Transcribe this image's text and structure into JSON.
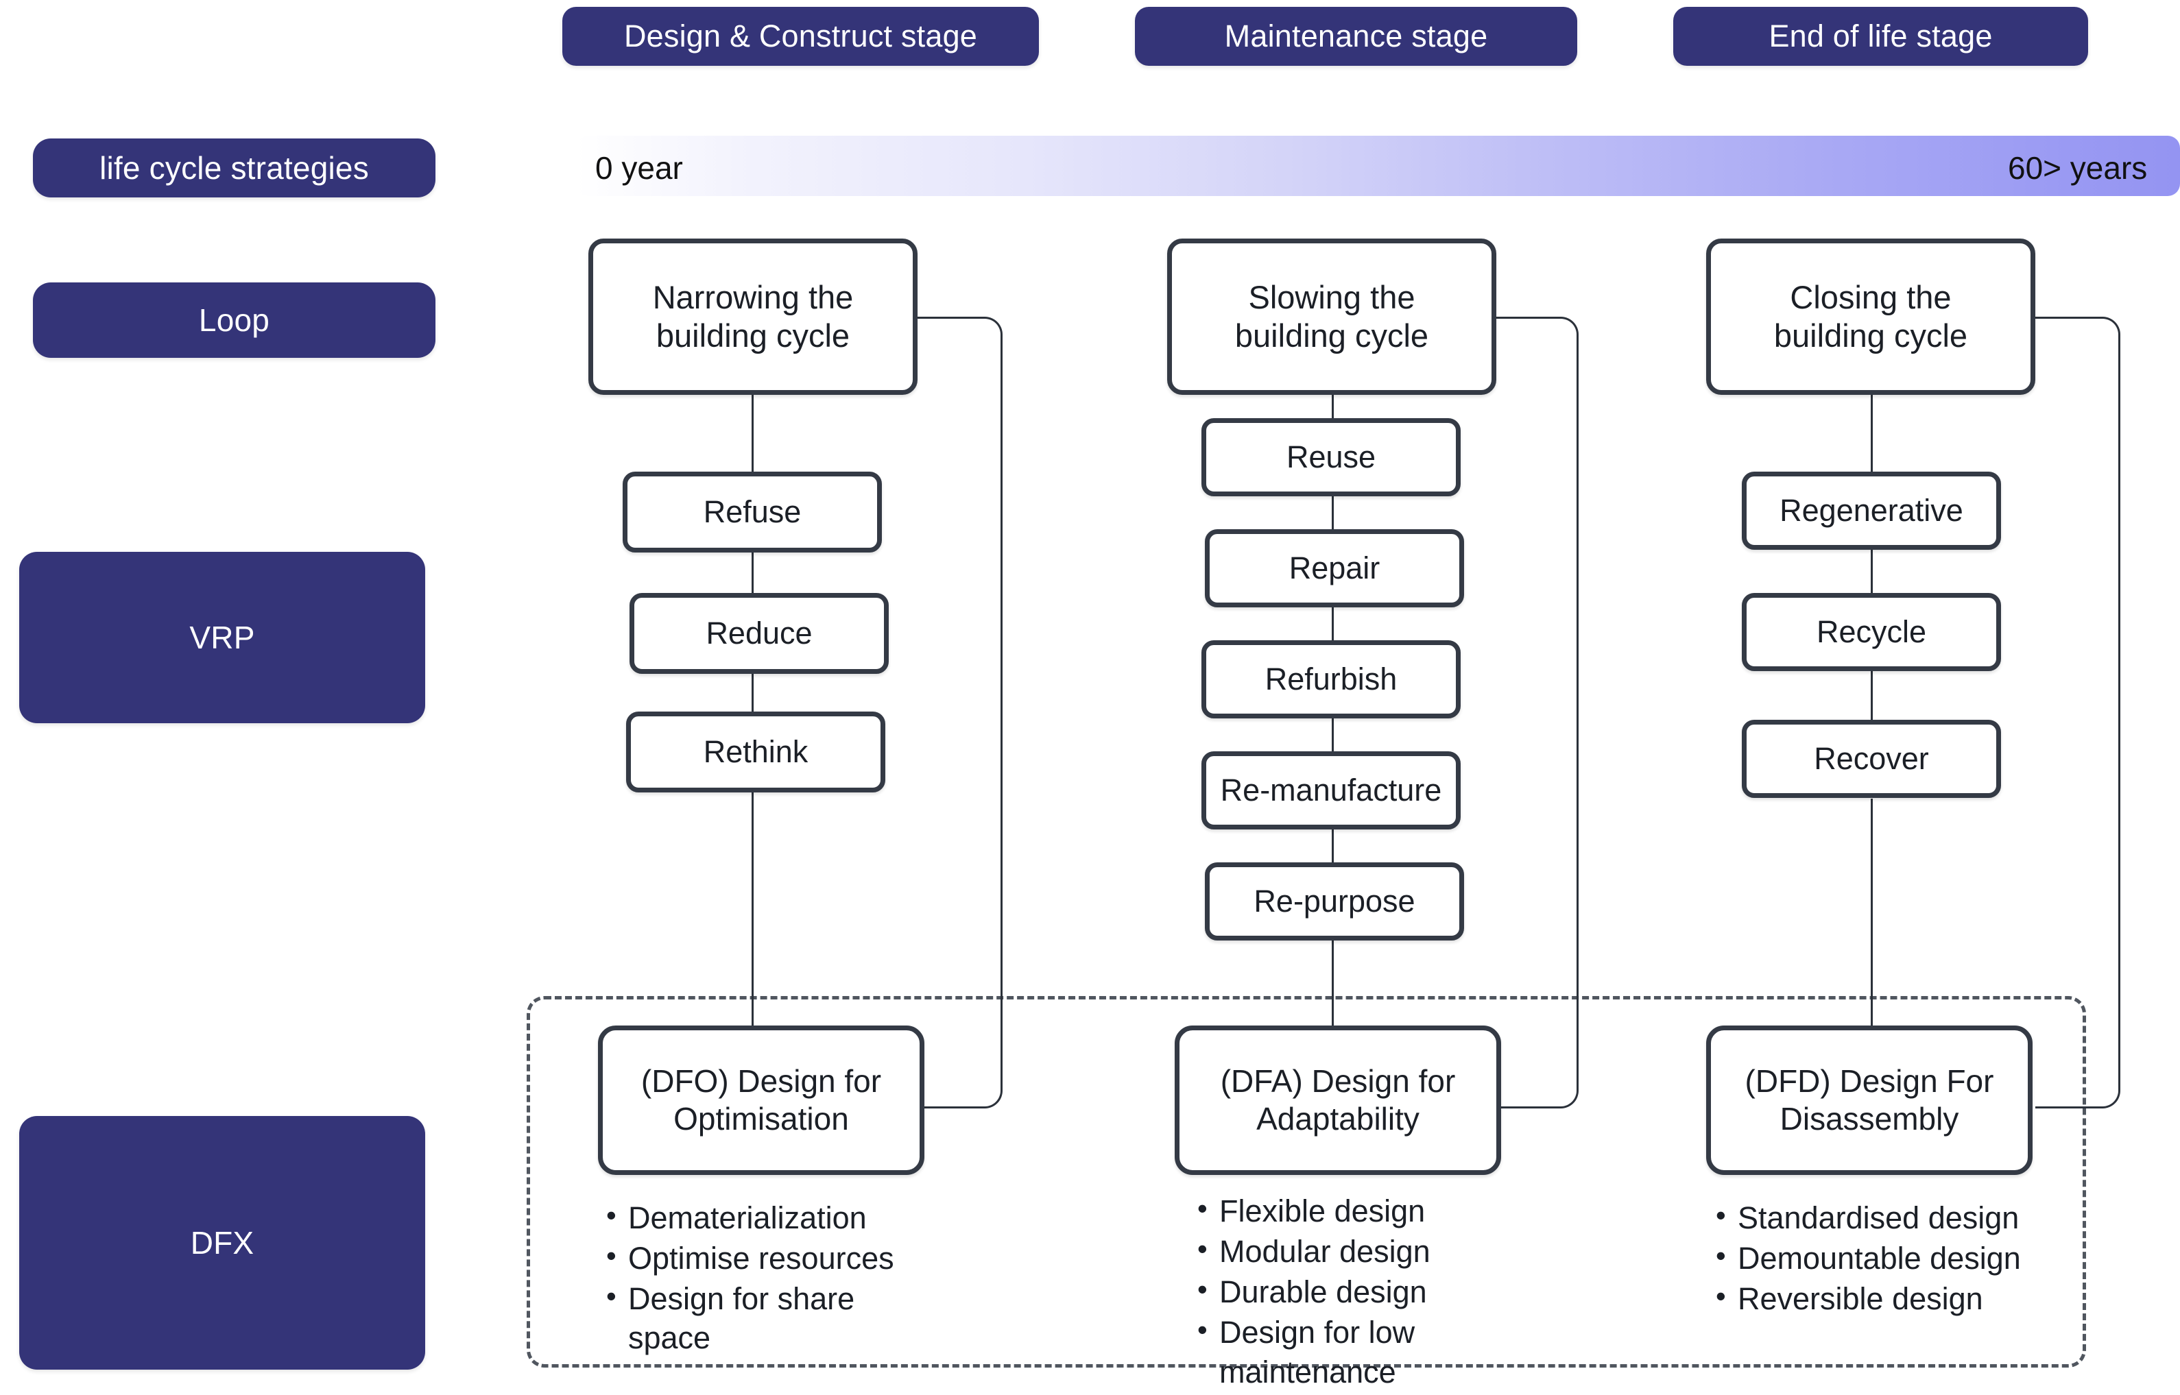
{
  "colors": {
    "navy": "#343478",
    "box_border": "#343A45",
    "text": "#1b1f26",
    "timeline_start": "#ffffff",
    "timeline_end": "#9494f2",
    "dashed_border": "#50565f"
  },
  "stage_headers": [
    {
      "label": "Design & Construct stage"
    },
    {
      "label": "Maintenance stage"
    },
    {
      "label": "End of life stage"
    }
  ],
  "row_labels": [
    {
      "label": "life cycle strategies"
    },
    {
      "label": "Loop"
    },
    {
      "label": "VRP"
    },
    {
      "label": "DFX"
    }
  ],
  "timeline": {
    "start_label": "0 year",
    "end_label": "60> years"
  },
  "columns": [
    {
      "loop": "Narrowing the\nbuilding cycle",
      "vrp": [
        "Refuse",
        "Reduce",
        "Rethink"
      ],
      "dfx": {
        "title": "(DFO) Design for\nOptimisation",
        "bullets": [
          "Dematerialization",
          "Optimise resources",
          "Design for share\nspace"
        ]
      }
    },
    {
      "loop": "Slowing the\nbuilding cycle",
      "vrp": [
        "Reuse",
        "Repair",
        "Refurbish",
        "Re-manufacture",
        "Re-purpose"
      ],
      "dfx": {
        "title": "(DFA) Design for\nAdaptability",
        "bullets": [
          "Flexible design",
          "Modular design",
          "Durable design",
          "Design for low\nmaintenance"
        ]
      }
    },
    {
      "loop": "Closing the\nbuilding cycle",
      "vrp": [
        "Regenerative",
        "Recycle",
        "Recover"
      ],
      "dfx": {
        "title": "(DFD) Design For\nDisassembly",
        "bullets": [
          "Standardised design",
          "Demountable design",
          "Reversible design"
        ]
      }
    }
  ]
}
